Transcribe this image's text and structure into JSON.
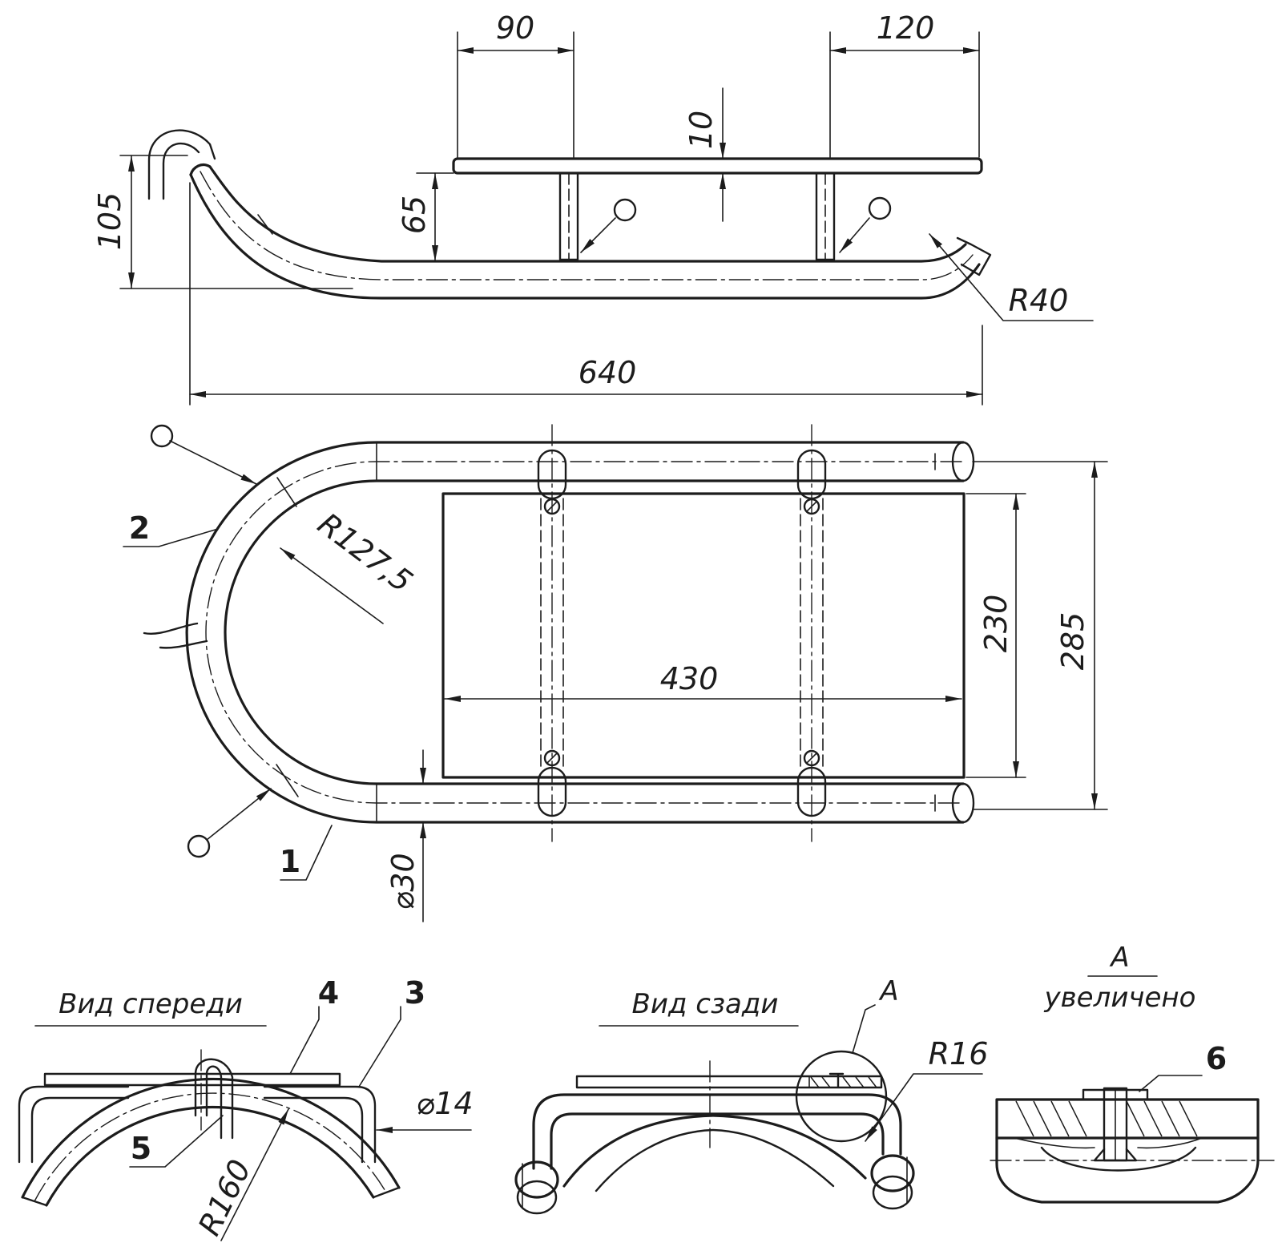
{
  "dimensions": {
    "side_view": {
      "seat_offset_left": "90",
      "seat_offset_right": "120",
      "seat_thickness": "10",
      "seat_height": "65",
      "front_height": "105",
      "tail_radius": "R40",
      "overall_length": "640"
    },
    "top_view": {
      "front_radius": "R127,5",
      "seat_width": "230",
      "overall_width": "285",
      "seat_length": "430",
      "tube_diameter": "⌀30"
    },
    "front_view": {
      "bow_radius": "R160",
      "rod_diameter": "⌀14"
    },
    "rear_view": {
      "bend_radius": "R16"
    }
  },
  "part_numbers": {
    "p1": "1",
    "p2": "2",
    "p3": "3",
    "p4": "4",
    "p5": "5",
    "p6": "6"
  },
  "captions": {
    "front_view": "Вид спереди",
    "rear_view": "Вид сзади",
    "detail_marker": "А",
    "detail_title": "А",
    "detail_subtitle": "увеличено"
  }
}
